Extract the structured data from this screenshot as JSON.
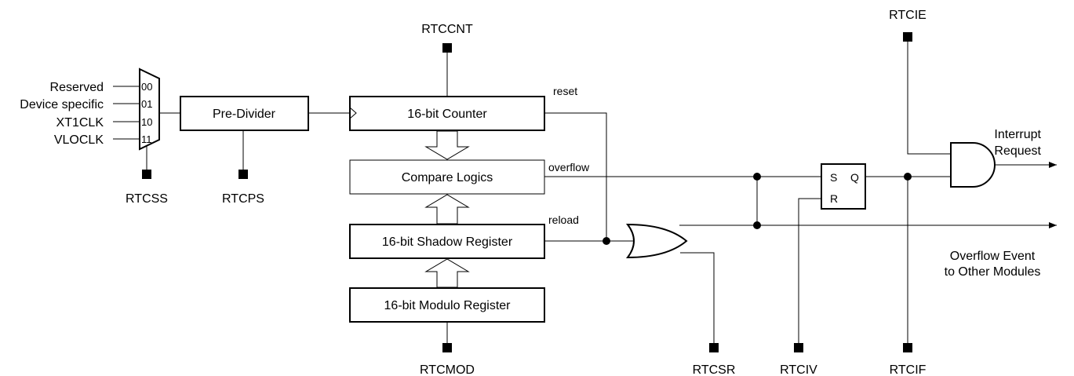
{
  "mux": {
    "inputs": [
      {
        "label": "Reserved",
        "code": "00"
      },
      {
        "label": "Device specific",
        "code": "01"
      },
      {
        "label": "XT1CLK",
        "code": "10"
      },
      {
        "label": "VLOCLK",
        "code": "11"
      }
    ]
  },
  "blocks": {
    "pre_divider": "Pre-Divider",
    "counter": "16-bit Counter",
    "compare": "Compare Logics",
    "shadow": "16-bit Shadow Register",
    "modulo": "16-bit Modulo Register"
  },
  "registers": {
    "rtcss": "RTCSS",
    "rtcps": "RTCPS",
    "rtccnt": "RTCCNT",
    "rtcmod": "RTCMOD",
    "rtcsr": "RTCSR",
    "rtciv": "RTCIV",
    "rtcif": "RTCIF",
    "rtcie": "RTCIE"
  },
  "signals": {
    "reset": "reset",
    "overflow": "overflow",
    "reload": "reload"
  },
  "flipflop": {
    "s": "S",
    "q": "Q",
    "r": "R"
  },
  "outputs": {
    "interrupt_line1": "Interrupt",
    "interrupt_line2": "Request",
    "overflow_line1": "Overflow Event",
    "overflow_line2": "to Other Modules"
  }
}
